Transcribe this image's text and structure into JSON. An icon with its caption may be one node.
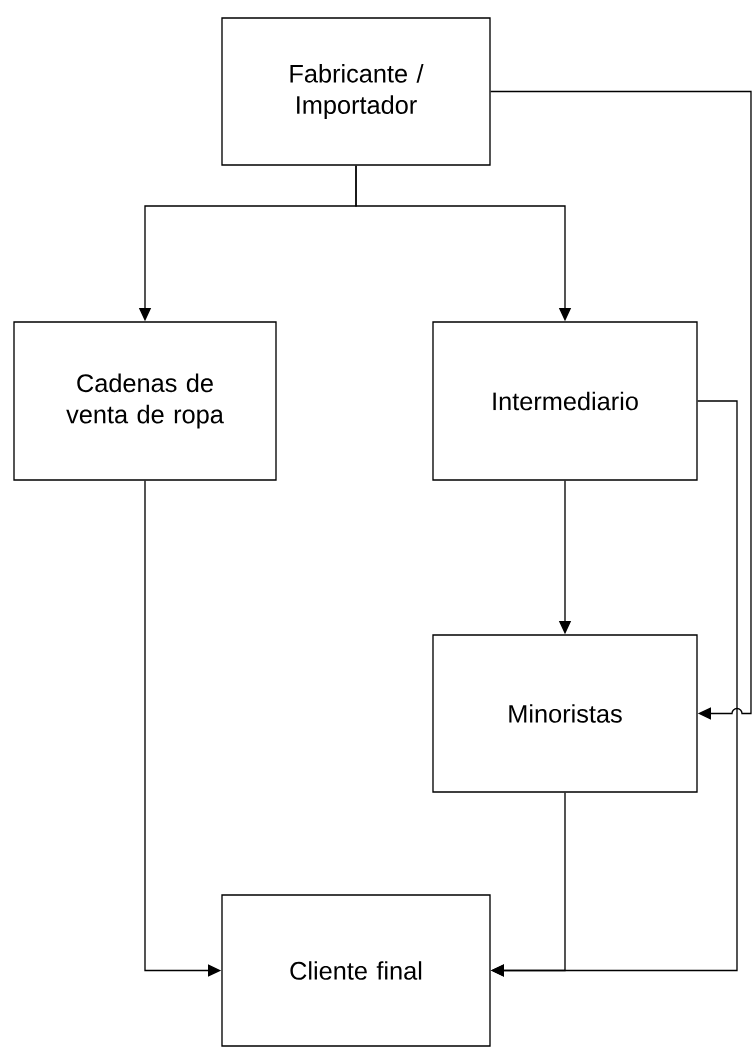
{
  "diagram": {
    "nodes": [
      {
        "text": [
          "Fabricante / Importador"
        ]
      },
      {
        "text": [
          "Cadenas de venta de ropa"
        ]
      },
      {
        "text": [
          "Intermediario"
        ]
      },
      {
        "text": [
          "Minoristas"
        ]
      },
      {
        "text": [
          "Cliente final"
        ]
      }
    ],
    "edges": [
      {
        "from": 0,
        "to": 1,
        "arrow": "to"
      },
      {
        "from": 0,
        "to": 2,
        "arrow": "to"
      },
      {
        "from": 0,
        "to": 3,
        "arrow": "to"
      },
      {
        "from": 2,
        "to": 3,
        "arrow": "to"
      },
      {
        "from": 1,
        "to": 4,
        "arrow": "to"
      },
      {
        "from": 3,
        "to": 4,
        "arrow": "to"
      },
      {
        "from": 2,
        "to": 4,
        "arrow": "to"
      }
    ]
  }
}
